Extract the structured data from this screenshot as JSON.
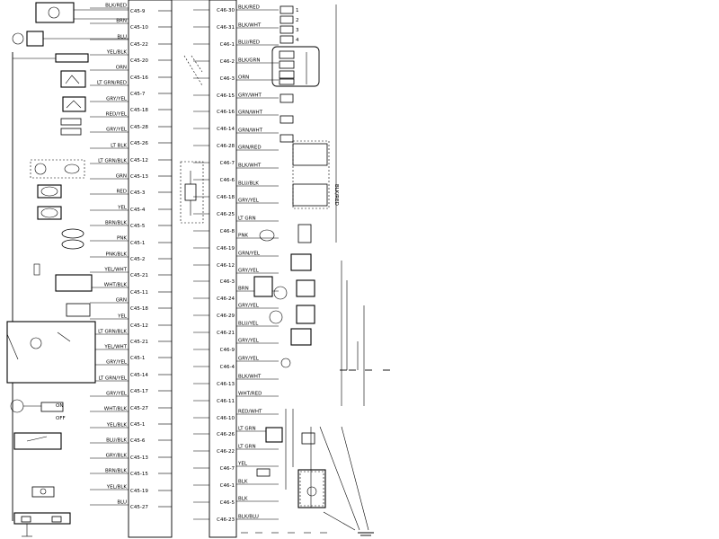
{
  "left_wire_labels": [
    "BLK/RED",
    "BRN",
    "BLU",
    "YEL/BLK",
    "ORN",
    "LT GRN/RED",
    "GRY/YEL",
    "RED/YEL",
    "GRY/YEL",
    "LT BLK",
    "LT GRN/BLK",
    "GRN",
    "RED",
    "YEL",
    "BRN/BLK",
    "PNK",
    "PNK/BLK",
    "YEL/WHT",
    "WHT/BLK",
    "GRN",
    "YEL",
    "LT GRN/BLK",
    "YEL/WHT",
    "GRY/YEL",
    "LT GRN/YEL",
    "GRY/YEL",
    "WHT/BLK",
    "YEL/BLK",
    "BLU/BLK",
    "GRY/BLK",
    "BRN/BLK",
    "YEL/BLK",
    "BLU"
  ],
  "left_connector_pins": [
    "C45-9",
    "C45-10",
    "C45-22",
    "C45-20",
    "C45-16",
    "C45-7",
    "C45-18",
    "C45-28",
    "C45-26",
    "C45-12",
    "C45-13",
    "C45-3",
    "C45-4",
    "C45-5",
    "C45-1",
    "C45-2",
    "C45-21",
    "C45-11",
    "C45-18",
    "C45-12",
    "C45-21",
    "C45-1",
    "C45-14",
    "C45-17",
    "C45-27",
    "C45-1",
    "C45-6",
    "C45-13",
    "C45-15",
    "C45-19",
    "C45-27"
  ],
  "right_connector_pins": [
    "C46-30",
    "C46-31",
    "C46-1",
    "C46-2",
    "C46-3",
    "C46-15",
    "C46-16",
    "C46-14",
    "C46-28",
    "C46-7",
    "C46-6",
    "C46-18",
    "C46-25",
    "C46-8",
    "C46-19",
    "C46-12",
    "C46-3",
    "C46-24",
    "C46-29",
    "C46-21",
    "C46-9",
    "C46-4",
    "C46-13",
    "C46-11",
    "C46-10",
    "C46-26",
    "C46-22",
    "C46-7",
    "C46-1",
    "C46-5",
    "C46-23"
  ],
  "right_wire_labels": [
    "BLK/RED",
    "BLK/WHT",
    "BLU/RED",
    "BLK/GRN",
    "ORN",
    "GRY/WHT",
    "GRN/WHT",
    "GRN/WHT",
    "GRN/RED",
    "BLK/WHT",
    "BLU/BLK",
    "GRY/YEL",
    "LT GRN",
    "PNK",
    "GRN/YEL",
    "GRY/YEL",
    "BRN",
    "GRY/YEL",
    "BLU/YEL",
    "GRY/YEL",
    "GRY/YEL",
    "BLK/WHT",
    "WHT/RED",
    "RED/WHT",
    "LT GRN",
    "LT GRN",
    "YEL",
    "BLK",
    "BLK",
    "BLK/BLU"
  ],
  "pin_numbers": [
    "1",
    "2",
    "3",
    "4"
  ],
  "side_label": "BLK/RED",
  "switch_labels": [
    "ON",
    "OFF"
  ]
}
